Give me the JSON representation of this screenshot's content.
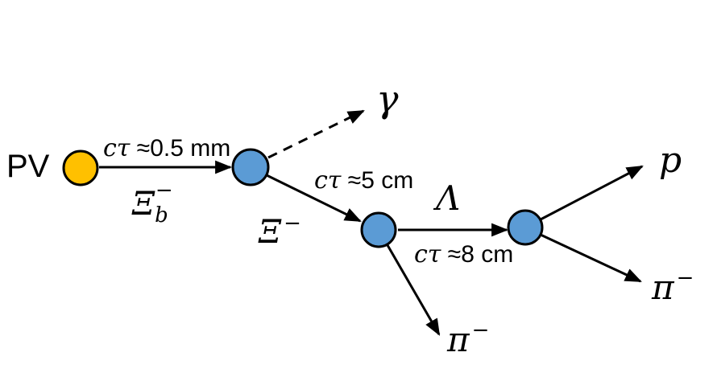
{
  "figure": {
    "background": "#FFFFFF",
    "colors": {
      "primary_vertex_fill": "#FFC000",
      "decay_vertex_fill": "#5B9BD5",
      "line": "#000000",
      "text": "#000000"
    }
  },
  "labels": {
    "primary_vertex": "PV",
    "xib": {
      "base": "Ξ",
      "sub": "b",
      "sup": "−"
    },
    "xib_lifetime": {
      "ct": "cτ",
      "value": " ≈0.5 mm"
    },
    "gamma": "γ",
    "xi": {
      "base": "Ξ",
      "sup": "−"
    },
    "xi_lifetime": {
      "ct": "cτ",
      "value": " ≈5 cm"
    },
    "lambda": "Λ",
    "lambda_lifetime": {
      "ct": "cτ",
      "value": " ≈8 cm"
    },
    "proton": "p",
    "pion_from_xi": {
      "base": "π",
      "sup": "−"
    },
    "pion_from_lambda": {
      "base": "π",
      "sup": "−"
    }
  }
}
